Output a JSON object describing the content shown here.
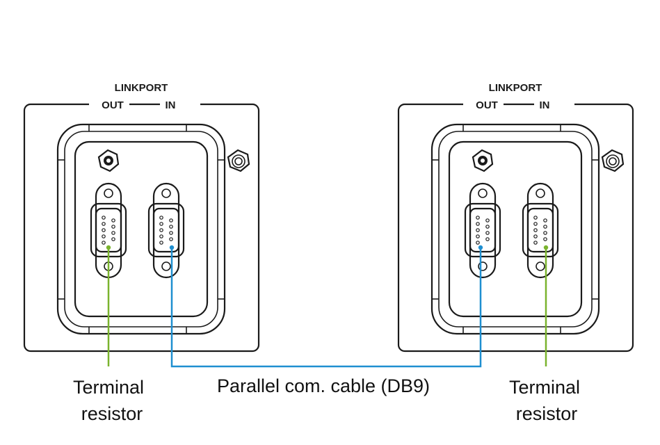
{
  "units": [
    {
      "title": "LINKPORT",
      "out_label": "OUT",
      "in_label": "IN"
    },
    {
      "title": "LINKPORT",
      "out_label": "OUT",
      "in_label": "IN"
    }
  ],
  "labels": {
    "left_terminal_line1": "Terminal",
    "left_terminal_line2": "resistor",
    "cable": "Parallel com. cable (DB9)",
    "right_terminal_line1": "Terminal",
    "right_terminal_line2": "resistor"
  },
  "colors": {
    "terminal_wire": "#7ab32e",
    "cable_wire": "#1f8fd0",
    "outline": "#1a1a1a"
  }
}
